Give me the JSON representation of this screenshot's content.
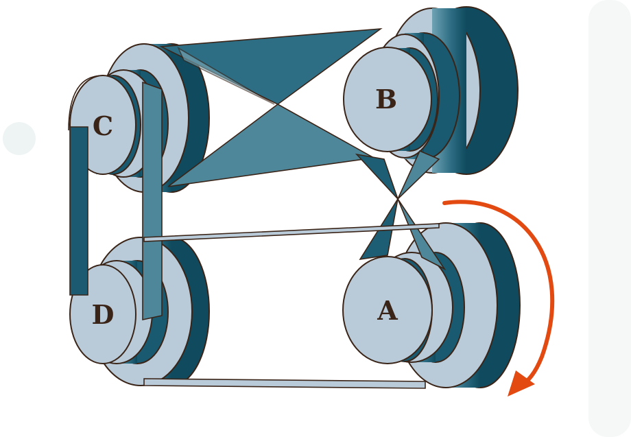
{
  "diagram": {
    "pulleys": [
      {
        "id": "a",
        "label": "A"
      },
      {
        "id": "b",
        "label": "B"
      },
      {
        "id": "c",
        "label": "C"
      },
      {
        "id": "d",
        "label": "D"
      }
    ],
    "rotation_direction": "clockwise",
    "colors": {
      "face": "#b9cbd8",
      "dark": "#125066",
      "mid": "#2f6f85",
      "light": "#5e94a6",
      "outline": "#3a2418",
      "arrow": "#e24a12"
    }
  }
}
